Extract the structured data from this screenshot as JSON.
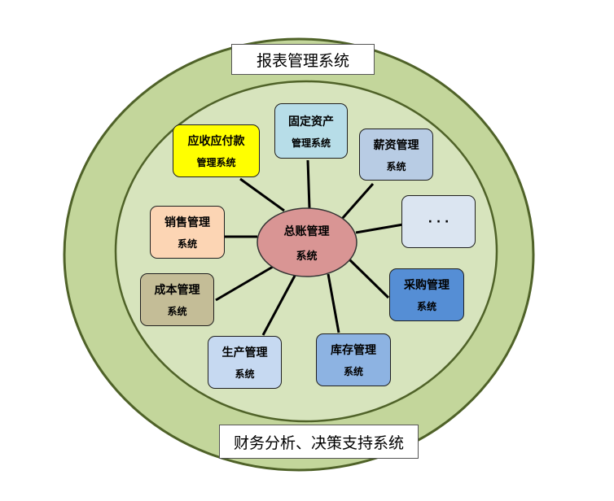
{
  "outer_label": "报表管理系统",
  "bottom_label": "财务分析、决策支持系统",
  "center": {
    "line1": "总账管理",
    "line2": "系统",
    "color": "#d99594"
  },
  "modules": [
    {
      "line1": "应收应付款",
      "line2": "管理系统",
      "color": "#ffff00"
    },
    {
      "line1": "固定资产",
      "line2": "管理系统",
      "color": "#b7dde8"
    },
    {
      "line1": "薪资管理",
      "line2": "系统",
      "color": "#b8cce4"
    },
    {
      "line1": "· · ·",
      "line2": "",
      "color": "#dbe5f1"
    },
    {
      "line1": "销售管理",
      "line2": "系统",
      "color": "#fcd5b4"
    },
    {
      "line1": "采购管理",
      "line2": "系统",
      "color": "#558ed5"
    },
    {
      "line1": "成本管理",
      "line2": "系统",
      "color": "#c4bd97"
    },
    {
      "line1": "生产管理",
      "line2": "系统",
      "color": "#c6d9f1"
    },
    {
      "line1": "库存管理",
      "line2": "系统",
      "color": "#8db3e2"
    }
  ]
}
